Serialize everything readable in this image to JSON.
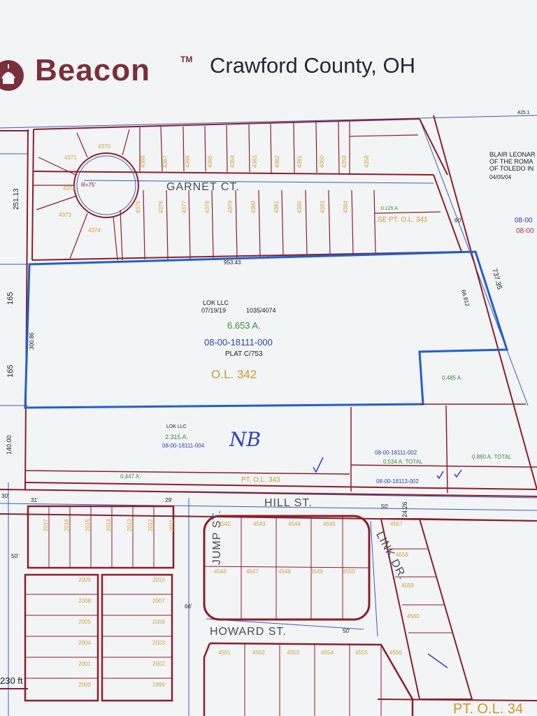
{
  "header": {
    "brand": "Beacon",
    "trademark": "TM",
    "county": "Crawford County, OH"
  },
  "colors": {
    "parcel_line": "#8b1e2a",
    "highlight": "#1f5fd0",
    "street_line": "#3b5bbf",
    "owner_text": "#1b1b1b",
    "acreage_green": "#3a8a3a",
    "parcel_id_blue": "#2a3fb0",
    "lot_orange": "#c89b2a",
    "lot_number_yellow": "#d1a238"
  },
  "streets": {
    "garnet_ct": "GARNET CT.",
    "hill_st": "HILL ST.",
    "jump_st": "JUMP ST.",
    "link_dr": "LINK DR.",
    "howard_st": "HOWARD ST."
  },
  "main_parcel": {
    "owner": "LOK LLC",
    "date": "07/19/19",
    "deed": "1035/4074",
    "acreage": "6.653 A.",
    "parcel_id": "08-00-18111-000",
    "plat": "PLAT C/753",
    "outlot": "O.L. 342"
  },
  "south_parcel": {
    "owner": "LOK LLC",
    "acreage": "2.315 A.",
    "parcel_id": "08-00-18111-004",
    "handwritten": "NB"
  },
  "outlots": {
    "pt_ol_343": "PT. O.L. 343",
    "se_pt_ol_341": "SE PT. O.L. 341",
    "pt_ol_34": "PT. O.L. 34"
  },
  "acreages": {
    "strip": "0.447 A.",
    "east_a": "0.485 A.",
    "total_a": "0.534 A. TOTAL",
    "total_b": "0.880 A. TOTAL",
    "se_small": "0.125 A."
  },
  "parcel_ids": {
    "east_mid": "08-00-18111-002",
    "east_low": "08-00-18113-002"
  },
  "dimensions": {
    "top_frontage": "953.43",
    "west_a": "251.13",
    "west_b": "165",
    "west_c": "165",
    "west_d": "140.00",
    "west_e": "300.86",
    "east_diag": "737.35",
    "east_diag_b": "66.812",
    "radius": "R=75'",
    "scale": "230 ft",
    "hill_50": "50'",
    "hill_24": "24.26",
    "jump_66": "66'",
    "howard_50": "50'",
    "left_50": "50'",
    "top_right_num": "425.1",
    "top_left_30": "30'",
    "top_left_31": "31'",
    "hill_29": "29'",
    "gr_60": "60'"
  },
  "neighbor": {
    "line1": "BLAIR LEONAR",
    "line2": "OF THE ROMA",
    "line3": "OF TOLEDO IN",
    "line4": "04/05/04",
    "id1": "08-00",
    "id2": "08-00"
  },
  "lot_numbers": {
    "north_ring": [
      "4371",
      "4370",
      "4372",
      "4373",
      "4374"
    ],
    "north_top": [
      "4368",
      "4367",
      "4366",
      "4365",
      "4364",
      "4363",
      "4362",
      "4361",
      "4360",
      "4359",
      "4358"
    ],
    "north_bottom": [
      "4375",
      "4376",
      "4377",
      "4378",
      "4379",
      "4380",
      "4381",
      "4382",
      "4383",
      "4384"
    ],
    "hill_block": [
      "2017",
      "2016",
      "2015",
      "2014",
      "2013",
      "2012",
      "2011"
    ],
    "west_block_a": [
      "2009",
      "2008",
      "2005",
      "2004",
      "2001",
      "2000"
    ],
    "west_block_b": [
      "2010",
      "2007",
      "2006",
      "2003",
      "2002",
      "1999"
    ],
    "link_block_top": [
      "4542",
      "4543",
      "4544",
      "4545"
    ],
    "link_block_bottom": [
      "4546",
      "4547",
      "4548",
      "4549",
      "4550"
    ],
    "howard_south": [
      "4551",
      "4552",
      "4553",
      "4554",
      "4555",
      "4556"
    ],
    "east_strip": [
      "4557",
      "4558",
      "4559",
      "4560"
    ]
  }
}
